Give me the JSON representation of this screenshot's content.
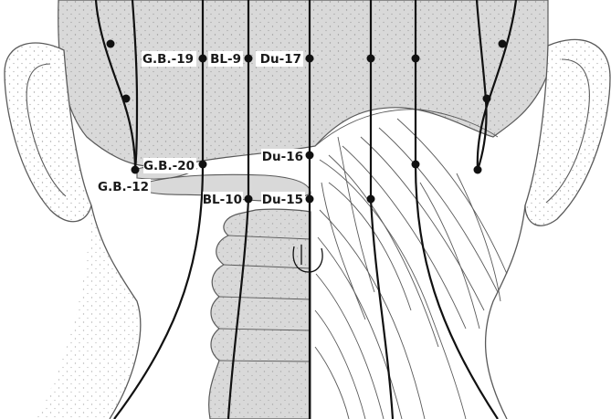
{
  "points": {
    "gb19": "G.B.-19",
    "bl9": "BL-9",
    "du17": "Du-17",
    "du16": "Du-16",
    "gb20": "G.B.-20",
    "gb12": "G.B.-12",
    "bl10": "BL-10",
    "du15": "Du-15"
  },
  "colors": {
    "skin_shade": "#d9d9d9",
    "outline": "#5a5a5a",
    "meridian": "#111111",
    "stipple": "#6a6a6a"
  }
}
